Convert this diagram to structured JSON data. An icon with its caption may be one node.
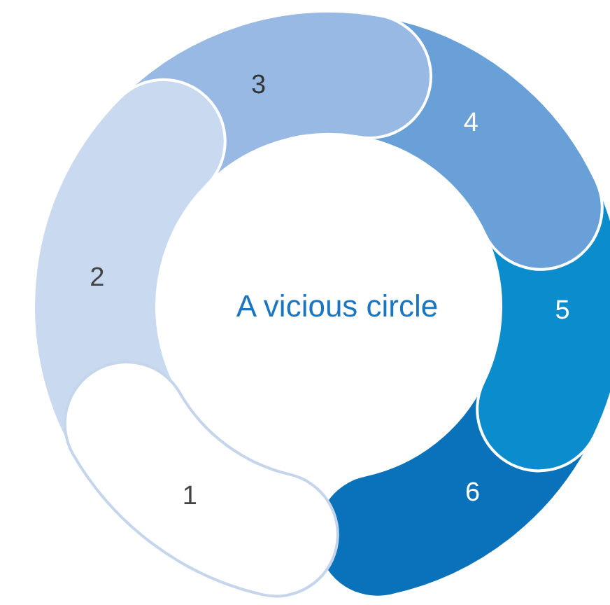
{
  "diagram": {
    "title": "A vicious circle",
    "nodes": [
      {
        "text": [
          "1"
        ]
      },
      {
        "text": [
          "2"
        ]
      },
      {
        "text": [
          "3"
        ]
      },
      {
        "text": [
          "4"
        ]
      },
      {
        "text": [
          "5"
        ]
      },
      {
        "text": [
          "6"
        ]
      }
    ]
  }
}
